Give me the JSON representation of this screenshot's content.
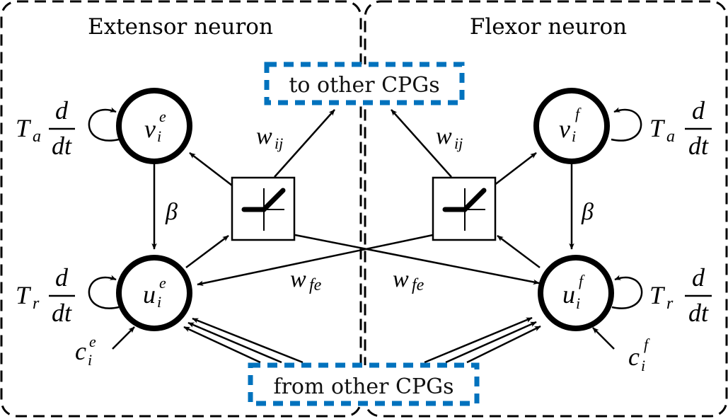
{
  "regions": {
    "left_title": "Extensor neuron",
    "right_title": "Flexor neuron"
  },
  "cpg_boxes": {
    "output_label": "to other CPGs",
    "input_label": "from other CPGs",
    "color": "#0072BD"
  },
  "nodes": {
    "v_ext": {
      "base": "v",
      "sub": "i",
      "sup": "e"
    },
    "u_ext": {
      "base": "u",
      "sub": "i",
      "sup": "e"
    },
    "v_flx": {
      "base": "v",
      "sub": "i",
      "sup": "f"
    },
    "u_flx": {
      "base": "u",
      "sub": "i",
      "sup": "f"
    }
  },
  "time_constants": {
    "adaptation": {
      "T": "T",
      "sub": "a",
      "num": "d",
      "den": "dt"
    },
    "rest": {
      "T": "T",
      "sub": "r",
      "num": "d",
      "den": "dt"
    }
  },
  "edge_labels": {
    "beta": "β",
    "w_ij": {
      "base": "w",
      "sub": "ij"
    },
    "w_fe": {
      "base": "w",
      "sub": "fe"
    }
  },
  "inputs": {
    "c_ext": {
      "base": "c",
      "sub": "i",
      "sup": "e"
    },
    "c_flx": {
      "base": "c",
      "sub": "i",
      "sup": "f"
    }
  },
  "activation_icon": "relu-activation-icon"
}
